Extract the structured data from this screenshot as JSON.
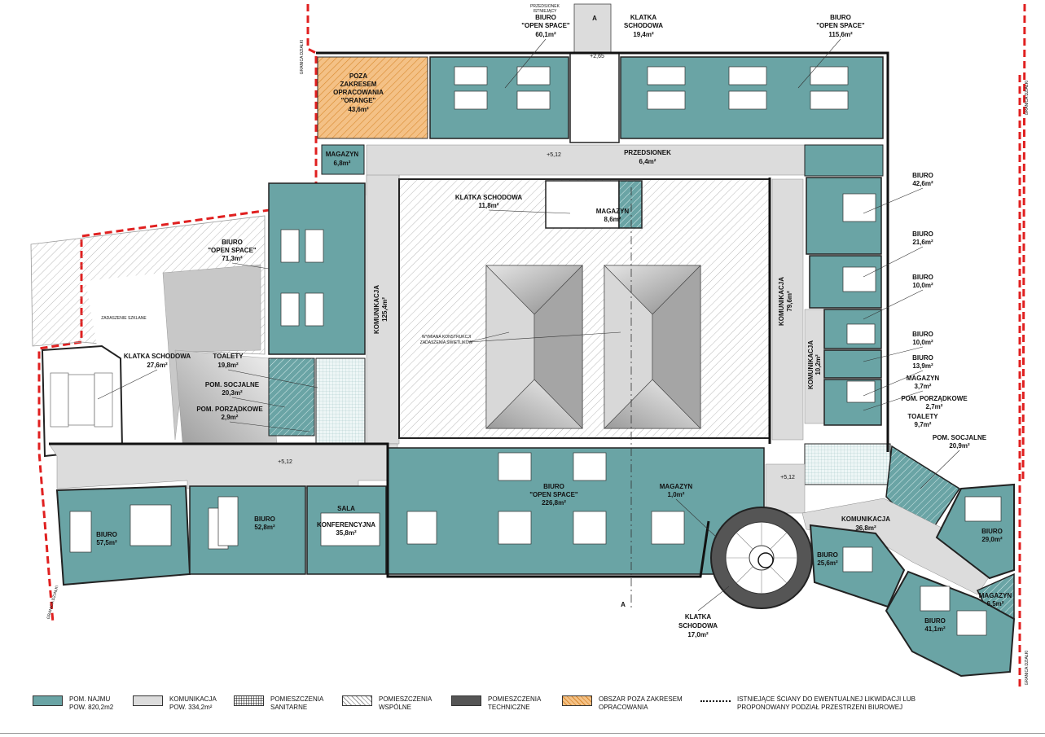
{
  "colors": {
    "rent": "#6aa4a5",
    "communication": "#dcdcdc",
    "sanitary": "#e8f2f2",
    "common": "#ffffff",
    "technical": "#555555",
    "outside": "#f0a850",
    "wall": "#1a1a1a",
    "boundary": "#e02020"
  },
  "rooms": {
    "poza": [
      "POZA",
      "ZAKRESEM",
      "OPRACOWANIA",
      "\"ORANGE\"",
      "43,6m²"
    ],
    "biuro_open_60": [
      "BIURO",
      "\"OPEN SPACE\"",
      "60,1m²"
    ],
    "przedsionek_small": [
      "PRZEDSIONEK",
      "ISTNIEJĄCY"
    ],
    "klatka_top": [
      "KLATKA",
      "SCHODOWA",
      "19,4m²"
    ],
    "biuro_open_115": [
      "BIURO",
      "\"OPEN SPACE\"",
      "115,6m²"
    ],
    "magazyn_68": [
      "MAGAZYN",
      "6,8m²"
    ],
    "przedsionek": [
      "PRZEDSIONEK",
      "6,4m²"
    ],
    "klatka_11": [
      "KLATKA SCHODOWA",
      "11,8m²"
    ],
    "magazyn_86": [
      "MAGAZYN",
      "8,6m²"
    ],
    "biuro_open_71": [
      "BIURO",
      "\"OPEN SPACE\"",
      "71,3m²"
    ],
    "zadaszenie": [
      "ZADASZENIE SZKLANE"
    ],
    "komunikacja_125": [
      "KOMUNIKACJA",
      "125,4m²"
    ],
    "wymiana": [
      "WYMIANA KONSTRUKCJI",
      "ZADASZENIA ŚWIETLIKOW"
    ],
    "komunikacja_79": [
      "KOMUNIKACJA",
      "79,6m²"
    ],
    "komunikacja_10": [
      "KOMUNIKACJA",
      "10,2m²"
    ],
    "biuro_42": [
      "BIURO",
      "42,6m²"
    ],
    "biuro_21": [
      "BIURO",
      "21,6m²"
    ],
    "biuro_10a": [
      "BIURO",
      "10,0m²"
    ],
    "biuro_10b": [
      "BIURO",
      "10,0m²"
    ],
    "biuro_13": [
      "BIURO",
      "13,9m²"
    ],
    "magazyn_37": [
      "MAGAZYN",
      "3,7m²"
    ],
    "pom_porz_27": [
      "POM. PORZĄDKOWE",
      "2,7m²"
    ],
    "toalety_97": [
      "TOALETY",
      "9,7m²"
    ],
    "pom_socj_209": [
      "POM. SOCJALNE",
      "20,9m²"
    ],
    "klatka_27": [
      "KLATKA SCHODOWA",
      "27,6m²"
    ],
    "toalety_198": [
      "TOALETY",
      "19,8m²"
    ],
    "pom_socj_203": [
      "POM. SOCJALNE",
      "20,3m²"
    ],
    "pom_porz_29": [
      "POM. PORZĄDKOWE",
      "2,9m²"
    ],
    "biuro_57": [
      "BIURO",
      "57,5m²"
    ],
    "biuro_52": [
      "BIURO",
      "52,8m²"
    ],
    "sala": [
      "SALA",
      "KONFERENCYJNA",
      "35,8m²"
    ],
    "biuro_open_226": [
      "BIURO",
      "\"OPEN SPACE\"",
      "226,8m²"
    ],
    "magazyn_10": [
      "MAGAZYN",
      "1,0m²"
    ],
    "komunikacja_36": [
      "KOMUNIKACJA",
      "36,8m²"
    ],
    "biuro_29": [
      "BIURO",
      "29,0m²"
    ],
    "biuro_25": [
      "BIURO",
      "25,6m²"
    ],
    "magazyn_65": [
      "MAGAZYN",
      "6,5m²"
    ],
    "biuro_41": [
      "BIURO",
      "41,1m²"
    ],
    "klatka_17": [
      "KLATKA",
      "SCHODOWA",
      "17,0m²"
    ]
  },
  "levels": [
    "+2,65",
    "+5,12",
    "+5,12",
    "+5,12"
  ],
  "section_marks": [
    "A",
    "A"
  ],
  "boundary_labels": [
    "GRANICA DZIAŁKI",
    "GRANICA DZIAŁKI",
    "GRANICA DZIAŁKI",
    "GRANICA DZIAŁKI"
  ],
  "legend": [
    {
      "key": "rent",
      "text": "POM. NAJMU\nPOW. 820,2m2"
    },
    {
      "key": "communication",
      "text": "KOMUNIKACJA\nPOW. 334,2m²"
    },
    {
      "key": "sanitary",
      "text": "POMIESZCZENIA\nSANITARNE"
    },
    {
      "key": "common",
      "text": "POMIESZCZENIA\nWSPÓLNE"
    },
    {
      "key": "technical",
      "text": "POMIESZCZENIA\nTECHNICZNE"
    },
    {
      "key": "outside",
      "text": "OBSZAR POZA ZAKRESEM\nOPRACOWANIA"
    },
    {
      "key": "dashed",
      "text": "ISTNIEJĄCE ŚCIANY DO EWENTUALNEJ LIKWIDACJI LUB\nPROPONOWANY PODZIAŁ PRZESTRZENI BIUROWEJ"
    }
  ]
}
